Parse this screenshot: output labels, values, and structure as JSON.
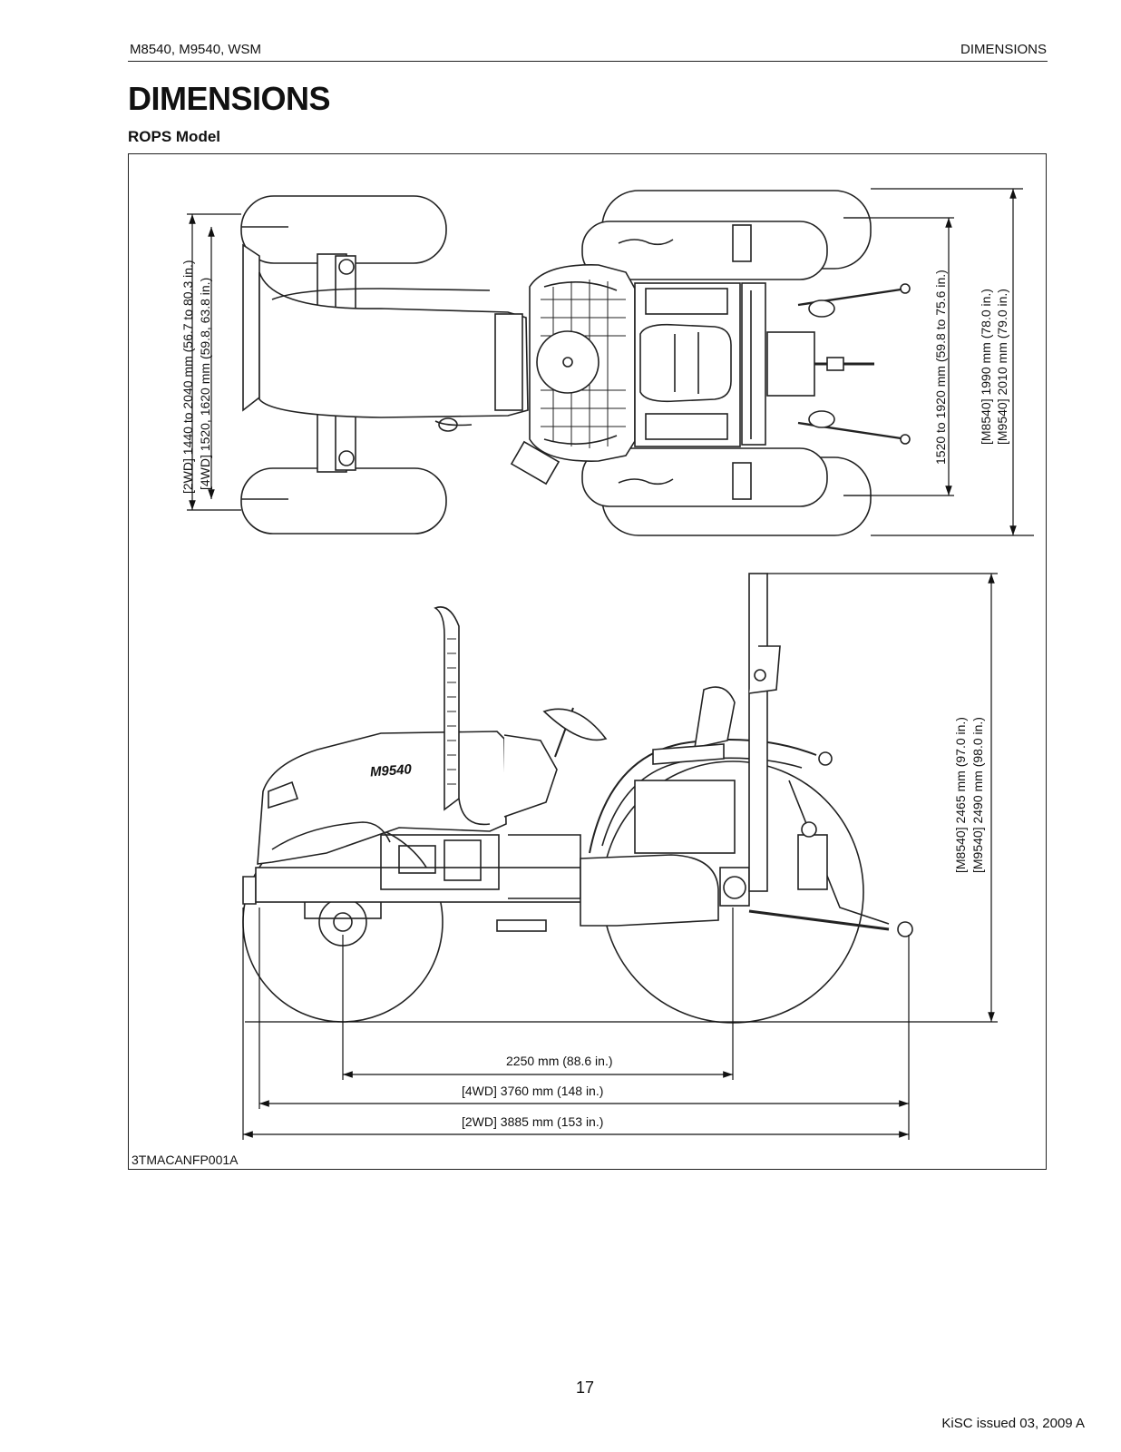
{
  "header": {
    "models": "M8540, M9540, WSM",
    "section": "DIMENSIONS"
  },
  "title": "DIMENSIONS",
  "subtitle": "ROPS Model",
  "top_view": {
    "front_tread_2wd": "[2WD] 1440 to 2040 mm (56.7 to 80.3 in.)",
    "front_tread_4wd": "[4WD] 1520, 1620 mm (59.8, 63.8 in.)",
    "rear_tread": "1520 to 1920 mm (59.8 to 75.6 in.)",
    "width_m8540": "[M8540] 1990 mm (78.0 in.)",
    "width_m9540": "[M9540] 2010 mm (79.0 in.)"
  },
  "side_view": {
    "model_badge": "M9540",
    "height_m8540": "[M8540] 2465 mm (97.0 in.)",
    "height_m9540": "[M9540] 2490 mm (98.0 in.)",
    "wheelbase": "2250 mm (88.6 in.)",
    "length_4wd": "[4WD] 3760 mm (148 in.)",
    "length_2wd": "[2WD] 3885 mm (153 in.)"
  },
  "figure_code": "3TMACANFP001A",
  "footer": {
    "page_number": "17",
    "issue": "KiSC issued 03, 2009 A"
  }
}
